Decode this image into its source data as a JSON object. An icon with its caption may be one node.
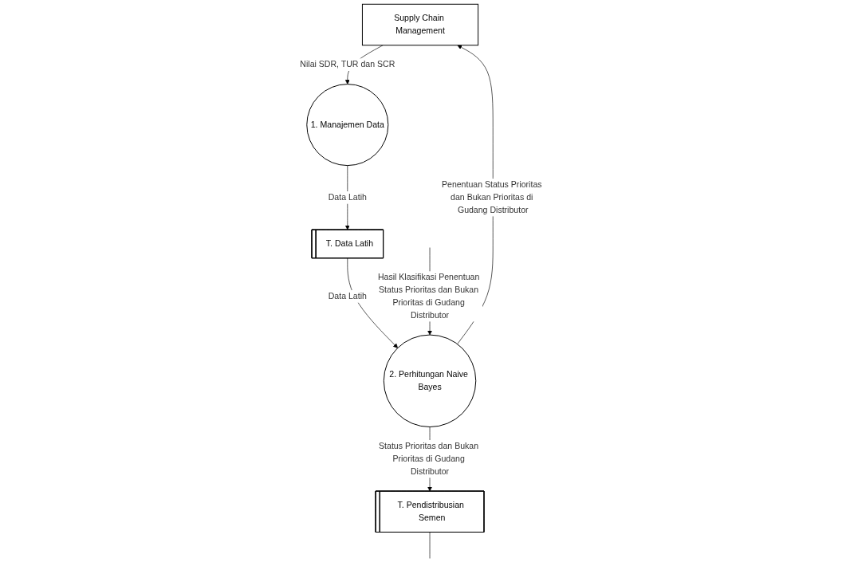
{
  "diagram": {
    "nodes": [
      {
        "text": [
          "Supply Chain Management"
        ]
      },
      {
        "text": [
          "1. Manajemen Data"
        ]
      },
      {
        "text": [
          "T. Data Latih"
        ]
      },
      {
        "text": [
          "2. Perhitungan Naive Bayes"
        ]
      },
      {
        "text": [
          "T. Pendistribusian Semen"
        ]
      }
    ],
    "edges": [
      {
        "from": 0,
        "to": 1,
        "arrow": "to",
        "label": "Nilai SDR, TUR dan SCR"
      },
      {
        "from": 1,
        "to": 2,
        "arrow": "to",
        "label": "Data Latih"
      },
      {
        "from": 2,
        "to": 3,
        "arrow": "to",
        "label": "Data Latih"
      },
      {
        "from": 3,
        "to": 0,
        "arrow": "to",
        "label": "Penentuan Status Prioritas dan Bukan Prioritas di Gudang Distributor"
      },
      {
        "from": 3,
        "to": 4,
        "arrow": "to",
        "label": "Status Prioritas dan Bukan Prioritas di Gudang Distributor"
      },
      {
        "from": null,
        "to": 3,
        "arrow": "to",
        "label": "Hasil Klasifikasi Penentuan Status Prioritas dan Bukan Prioritas di Gudang Distributor"
      },
      {
        "from": 4,
        "to": null,
        "arrow": "none"
      }
    ]
  }
}
